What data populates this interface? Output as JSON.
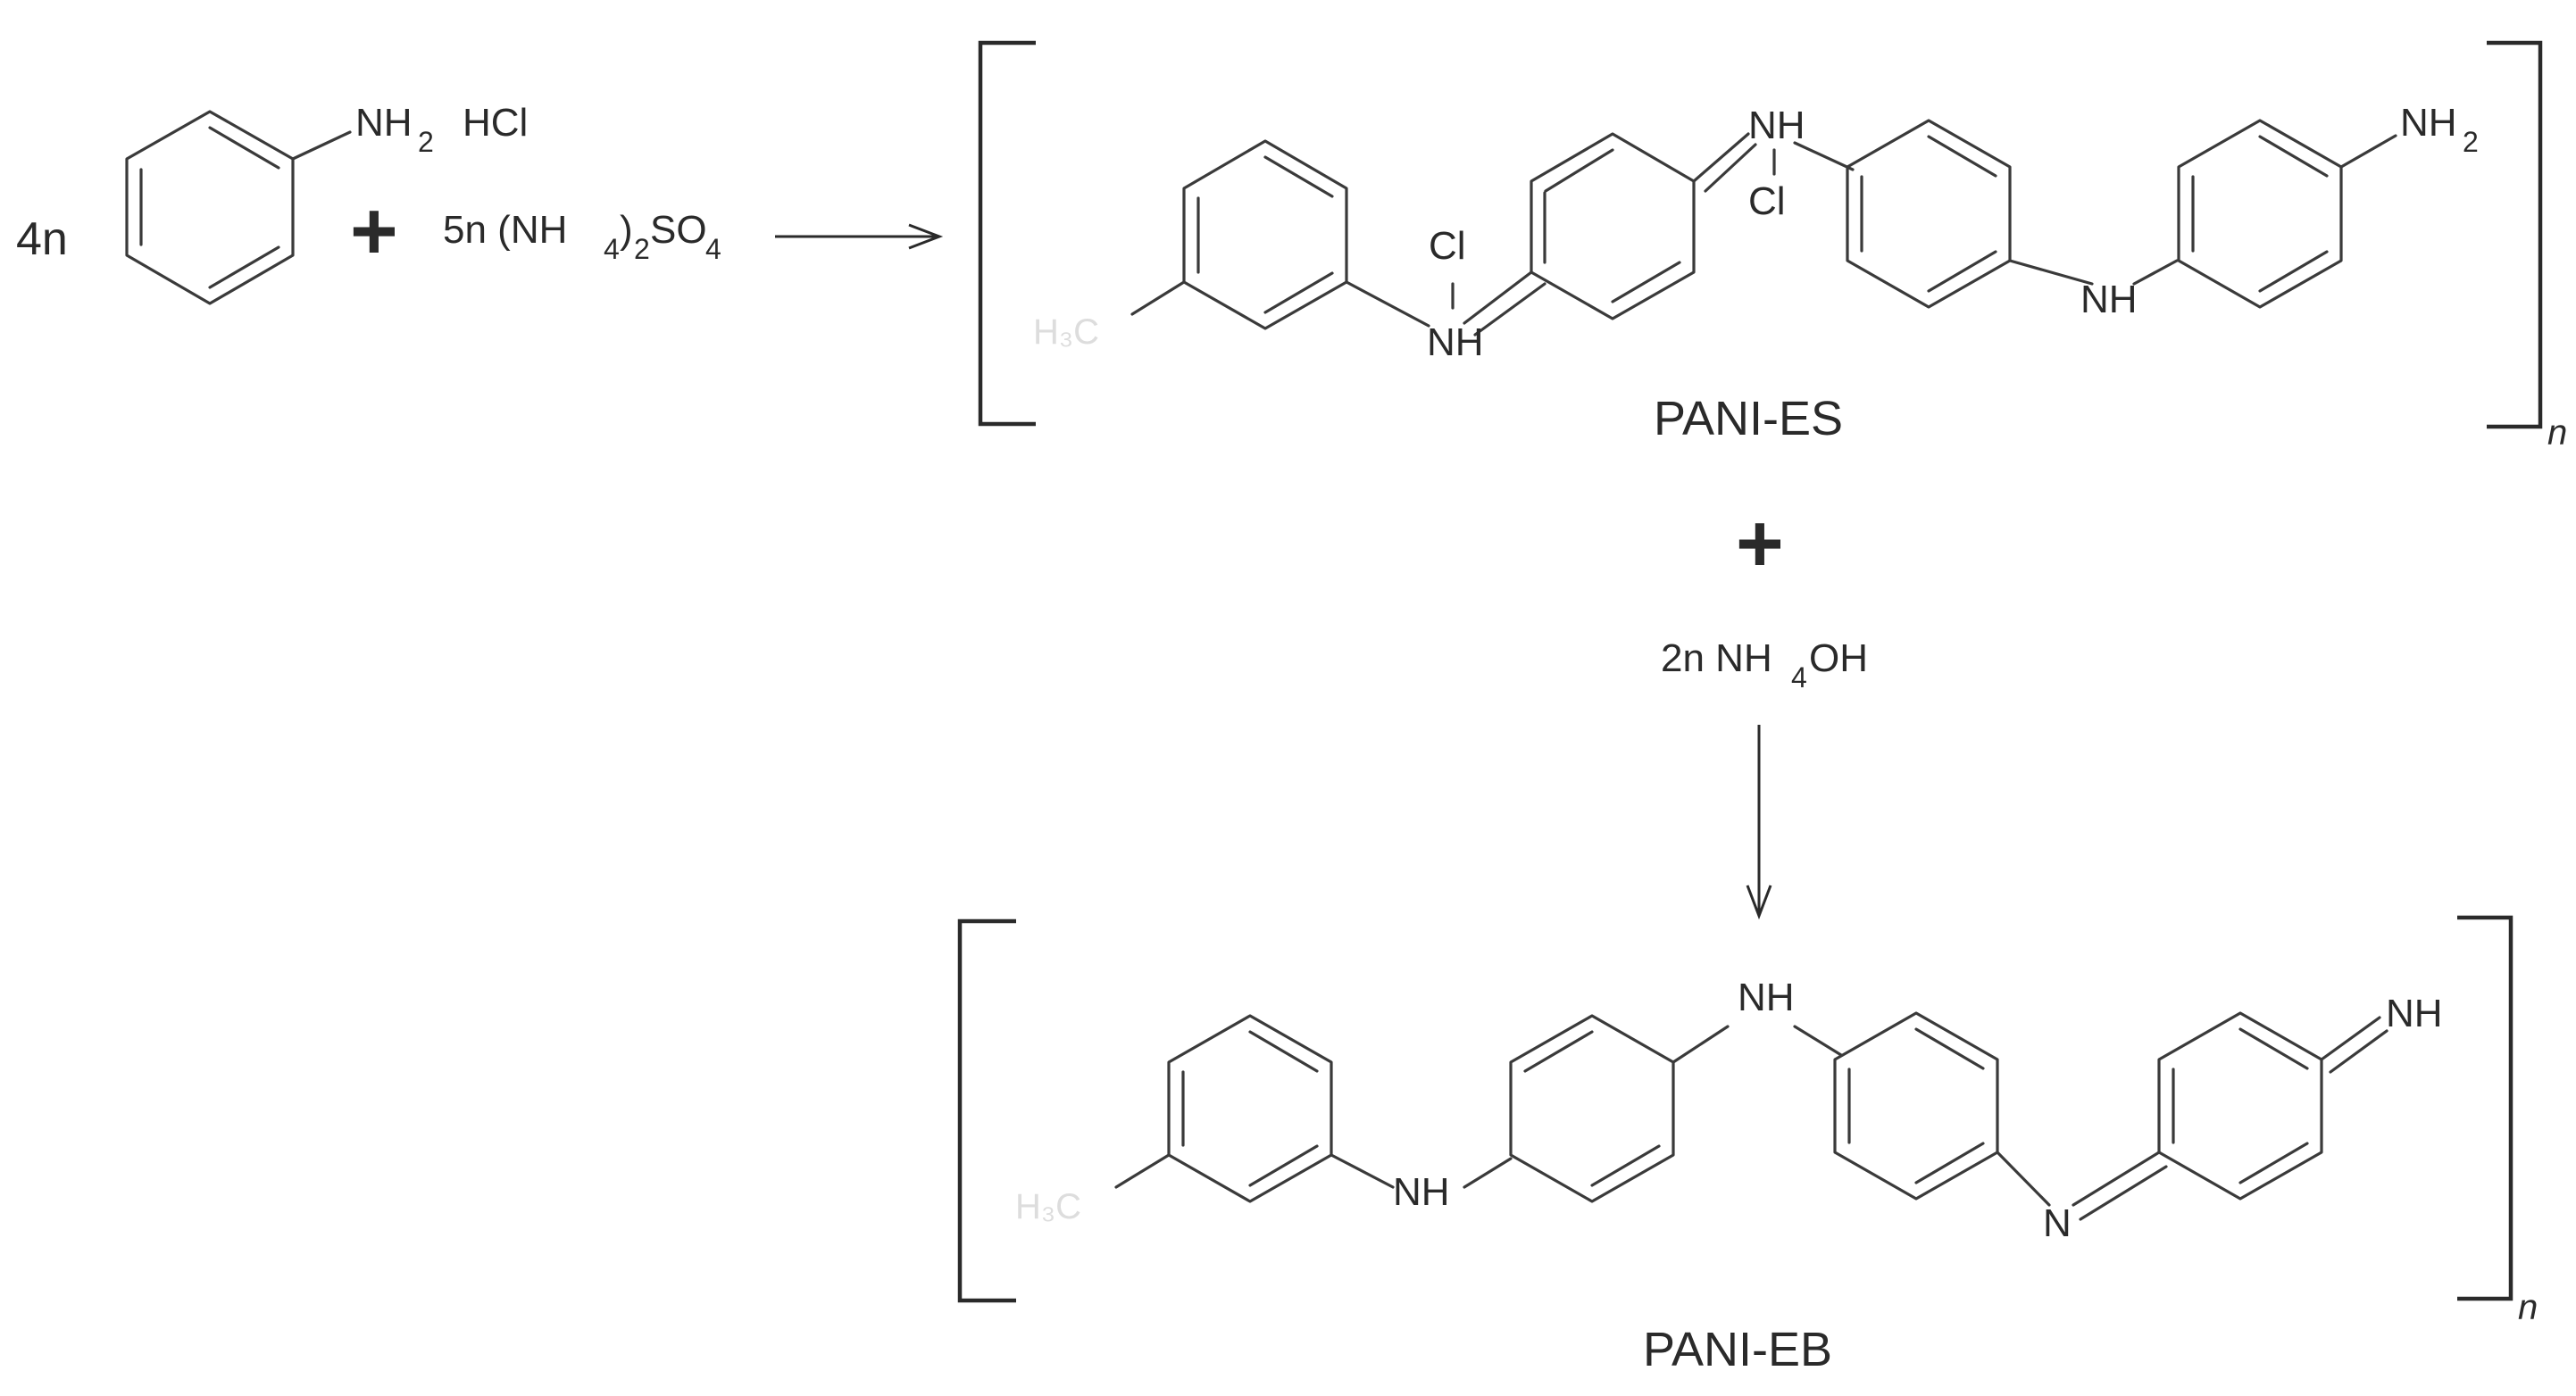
{
  "reaction": {
    "coef_aniline": "4n",
    "aniline_nh2": "NH",
    "aniline_nh2_sub": "2",
    "aniline_hcl": "HCl",
    "plus_1": "+",
    "oxidant": "5n (NH",
    "oxidant_sub_4": "4",
    ")": ")",
    "oxidant_sub_2": "2",
    "oxidant_so": "SO",
    "oxidant_sub_so4": "4",
    "plus_2": "+",
    "base_coef": "2n NH",
    "base_sub": "4",
    "base_oh": "OH"
  },
  "pani_es": {
    "name": "PANI-ES",
    "repeat_index": "n",
    "end_group": "H₃C",
    "nh_1": "NH",
    "cl_1": "Cl",
    "nh_2": "NH",
    "cl_2": "Cl",
    "nh_3": "NH",
    "nh2_end": "NH",
    "nh2_end_sub": "2"
  },
  "pani_eb": {
    "name": "PANI-EB",
    "repeat_index": "n",
    "end_group": "H₃C",
    "nh_1": "NH",
    "nh_2": "NH",
    "n_imine": "N",
    "nh_end": "NH"
  }
}
